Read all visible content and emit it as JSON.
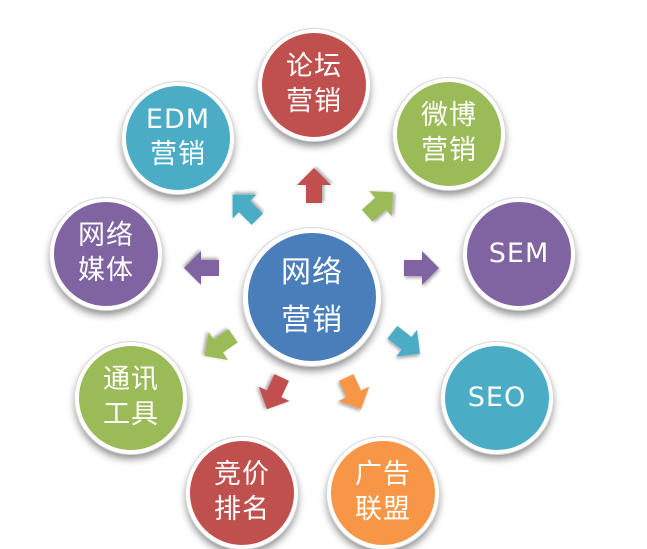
{
  "center": {
    "lines": [
      "网络",
      "营销"
    ],
    "color": "#4a7ebb"
  },
  "channels": [
    {
      "id": "forum",
      "lines": [
        "论坛",
        "营销"
      ],
      "color": "#c0504d"
    },
    {
      "id": "weibo",
      "lines": [
        "微博",
        "营销"
      ],
      "color": "#9bbb59"
    },
    {
      "id": "sem",
      "lines": [
        "SEM"
      ],
      "color": "#8064a2"
    },
    {
      "id": "seo",
      "lines": [
        "SEO"
      ],
      "color": "#4bacc6"
    },
    {
      "id": "alliance",
      "lines": [
        "广告",
        "联盟"
      ],
      "color": "#f79646"
    },
    {
      "id": "bidding",
      "lines": [
        "竞价",
        "排名"
      ],
      "color": "#c0504d"
    },
    {
      "id": "im",
      "lines": [
        "通讯",
        "工具"
      ],
      "color": "#9bbb59"
    },
    {
      "id": "media",
      "lines": [
        "网络",
        "媒体"
      ],
      "color": "#8064a2"
    },
    {
      "id": "edm",
      "lines": [
        "EDM",
        "营销"
      ],
      "color": "#4bacc6"
    }
  ]
}
